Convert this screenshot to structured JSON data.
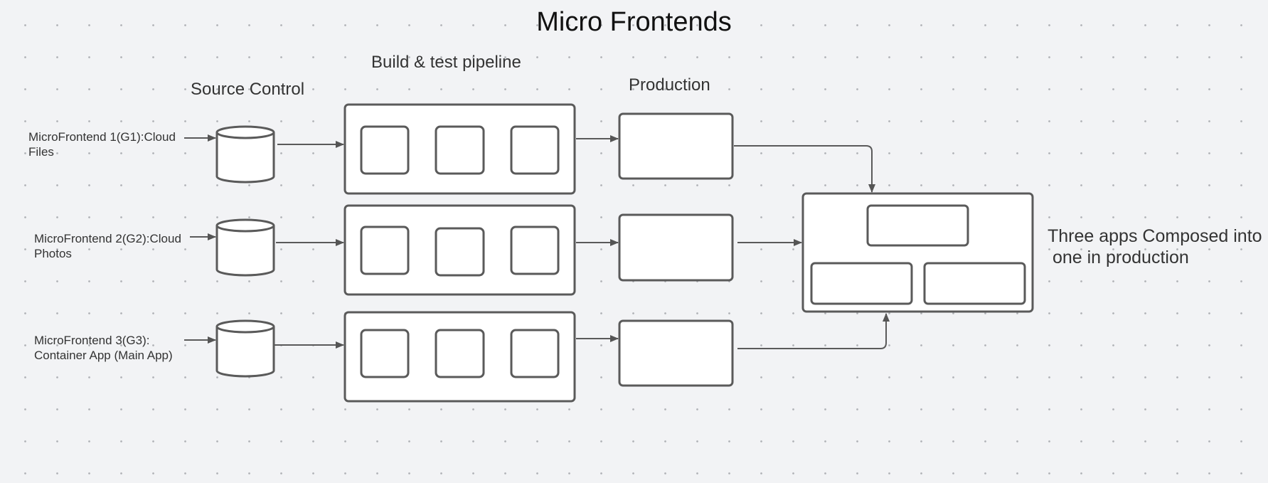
{
  "diagram": {
    "title": "Micro Frontends",
    "stages": {
      "source_control": "Source Control",
      "pipeline": "Build & test pipeline",
      "production": "Production"
    },
    "microfrontends": [
      {
        "line1": "MicroFrontend 1(G1):Cloud",
        "line2": "Files"
      },
      {
        "line1": "MicroFrontend 2(G2):Cloud",
        "line2": "Photos"
      },
      {
        "line1": "MicroFrontend 3(G3):",
        "line2": "Container App (Main App)"
      }
    ],
    "composition_note": {
      "line1": "Three apps Composed into",
      "line2": " one in production"
    }
  },
  "colors": {
    "background": "#f2f3f5",
    "stroke": "#5a5a5a",
    "box_fill": "#ffffff",
    "title_text": "#111111",
    "label_text": "#333333"
  }
}
